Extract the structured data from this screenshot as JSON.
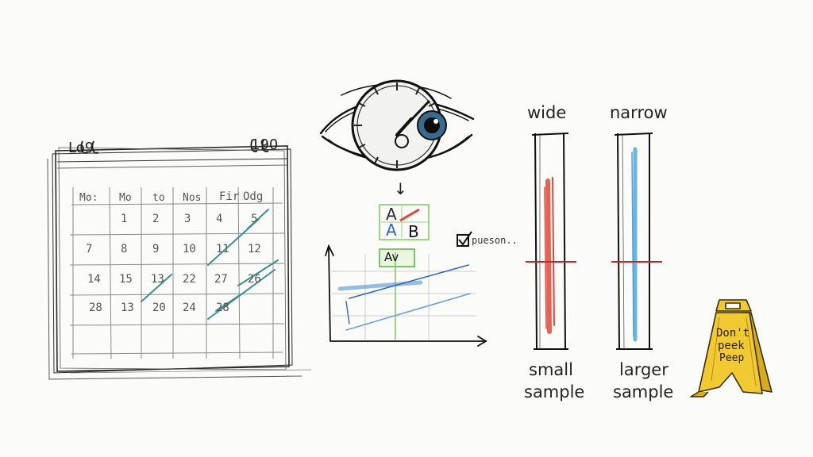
{
  "calendar": {
    "header_left": "Lo9",
    "header_right": "190",
    "weekday_labels": [
      "Mo:",
      "Mo",
      "to",
      "Nos",
      "Fir",
      "Odg"
    ],
    "rows": [
      [
        "",
        "1",
        "2",
        "3",
        "4",
        "5"
      ],
      [
        "7",
        "8",
        "9",
        "10",
        "11",
        "12"
      ],
      [
        "14",
        "15",
        "13",
        "22",
        "27",
        "26"
      ],
      [
        "28",
        "13",
        "20",
        "24",
        "28",
        ""
      ]
    ]
  },
  "flow": {
    "arrow_glyph": "↓",
    "card_top_letters": [
      "A",
      "A",
      "B"
    ],
    "card_bottom_label": "Av",
    "checkbox_note": "pueson.."
  },
  "intervals": {
    "left": {
      "header": "wide",
      "footer_line1": "small",
      "footer_line2": "sample"
    },
    "right": {
      "header": "narrow",
      "footer_line1": "larger",
      "footer_line2": "sample"
    }
  },
  "wet_floor_sign": {
    "line1": "Don't",
    "line2": "peek",
    "line3": "Peep"
  },
  "colors": {
    "ink": "#1b1b1b",
    "red": "#e0493a",
    "blue": "#4aa3d8",
    "green": "#7cc95a",
    "sign_yellow": "#f1c933"
  }
}
